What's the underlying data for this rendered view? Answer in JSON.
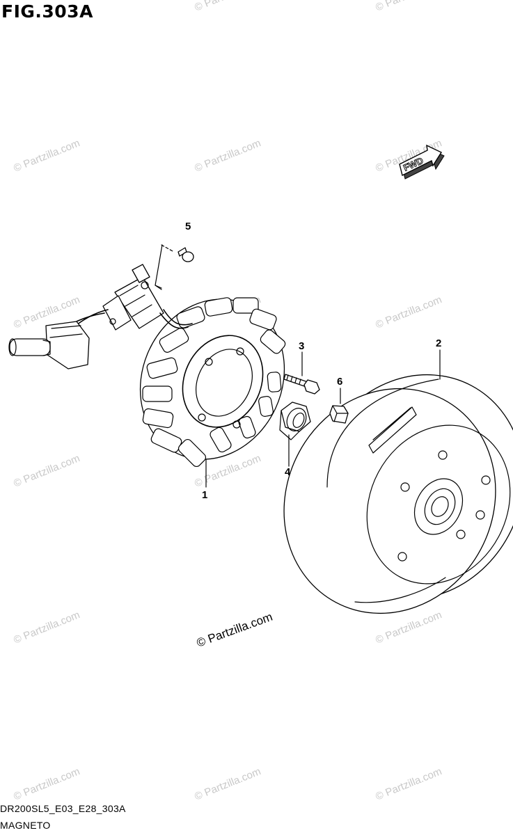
{
  "figure_title": "FIG.303A",
  "diagram_code": "DR200SL5_E03_E28_303A",
  "caption": "MAGNETO",
  "fwd_label": "FWD",
  "watermark": "© Partzilla.com",
  "center_watermark": "© Partzilla.com",
  "callouts": [
    "1",
    "2",
    "3",
    "4",
    "5",
    "6"
  ]
}
